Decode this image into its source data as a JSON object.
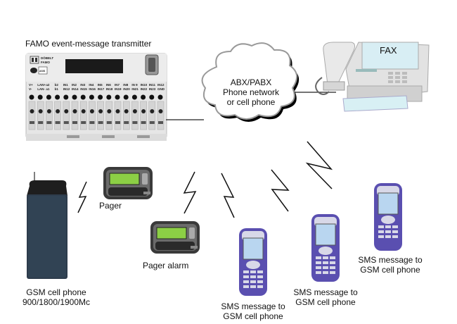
{
  "transmitter": {
    "title": "FAMO event-message transmitter",
    "brand_line1": "DÖBELT",
    "brand_line2": "FAMO",
    "badge": "ASIS",
    "terminals_top": [
      "V+",
      "LAN+",
      "a2",
      "b2",
      "IN1",
      "IN2",
      "IN3",
      "IN4",
      "IN5",
      "IN6",
      "IN7",
      "IN8",
      "IN 9",
      "IN10",
      "IN11",
      "IN12"
    ],
    "terminals_bottom": [
      "V-",
      "LAN-",
      "a1",
      "b1",
      "IN12",
      "IN14",
      "IN15",
      "IN16",
      "IN17",
      "IN18",
      "IN19",
      "IN20",
      "IN21",
      "IN22",
      "IN23",
      "GND"
    ]
  },
  "network": {
    "line1": "ABX/PABX",
    "line2": "Phone network",
    "line3": "or cell phone"
  },
  "fax": {
    "label": "FAX"
  },
  "gsm_modem": {
    "line1": "GSM cell phone",
    "line2": "900/1800/1900Mc"
  },
  "pager": {
    "label": "Pager"
  },
  "pager_alarm": {
    "label": "Pager alarm"
  },
  "sms_phones": [
    {
      "line1": "SMS message to",
      "line2": "GSM cell phone"
    },
    {
      "line1": "SMS message to",
      "line2": "GSM cell phone"
    },
    {
      "line1": "SMS message to",
      "line2": "GSM cell phone"
    }
  ],
  "colors": {
    "phone_body": "#5a4fb0",
    "phone_screen": "#b9d6f0",
    "pager_screen": "#8ccf45",
    "fax_screen": "#d8eef4",
    "modem_body": "#2e3c4c"
  }
}
